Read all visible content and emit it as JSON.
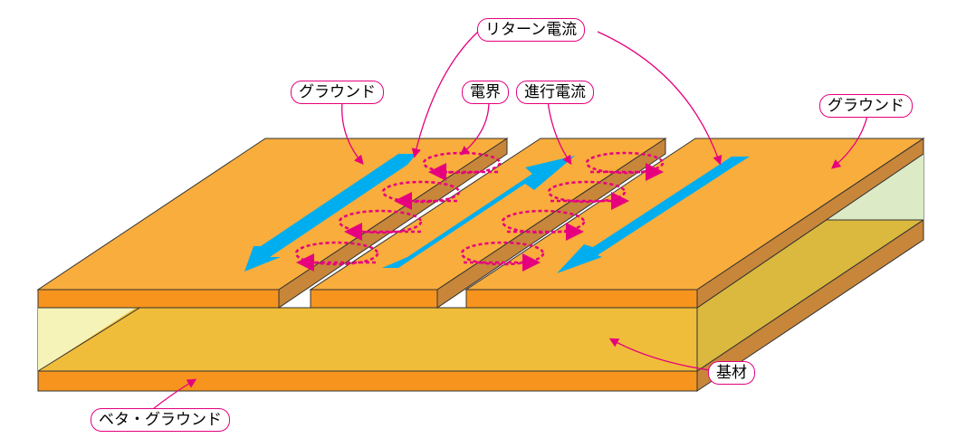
{
  "labels": {
    "return_current": "リターン電流",
    "ground_left": "グラウンド",
    "electric_field": "電界",
    "forward_current": "進行電流",
    "ground_right": "グラウンド",
    "substrate": "基材",
    "solid_ground": "ベタ・グラウンド"
  },
  "colors": {
    "copper_top": "#f9ad3c",
    "copper_front": "#f7941d",
    "copper_side": "#c8863a",
    "substrate": "#f0bd3a",
    "current_arrow": "#00aeef",
    "field_line": "#e6007e"
  }
}
